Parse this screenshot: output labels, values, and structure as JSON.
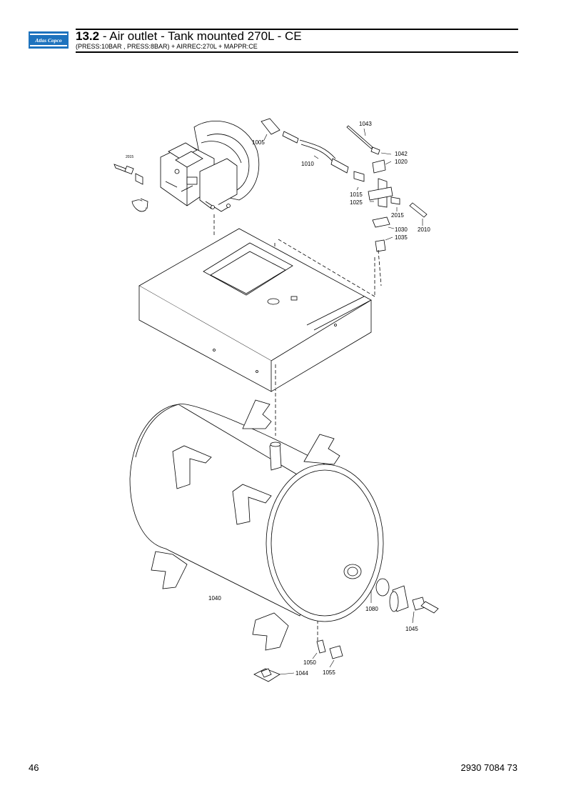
{
  "header": {
    "section_number": "13.2",
    "title": " - Air outlet - Tank mounted 270L - CE",
    "subtitle": "(PRESS:10BAR , PRESS:8BAR) + AIRREC:270L + MAPPR:CE",
    "logo_text": "Atlas Copco",
    "brand_color": "#1e73be"
  },
  "callouts": {
    "p1005": "1005",
    "p1010": "1010",
    "p1043": "1043",
    "p1042": "1042",
    "p1020": "1020",
    "p1015": "1015",
    "p1025": "1025",
    "p2015": "2015",
    "p2010": "2010",
    "p1030": "1030",
    "p1035": "1035",
    "p2015_small": "2015",
    "p1040": "1040",
    "p1080": "1080",
    "p1045": "1045",
    "p1050": "1050",
    "p1055": "1055",
    "p1044": "1044"
  },
  "footer": {
    "page_number": "46",
    "document_number": "2930 7084 73"
  }
}
